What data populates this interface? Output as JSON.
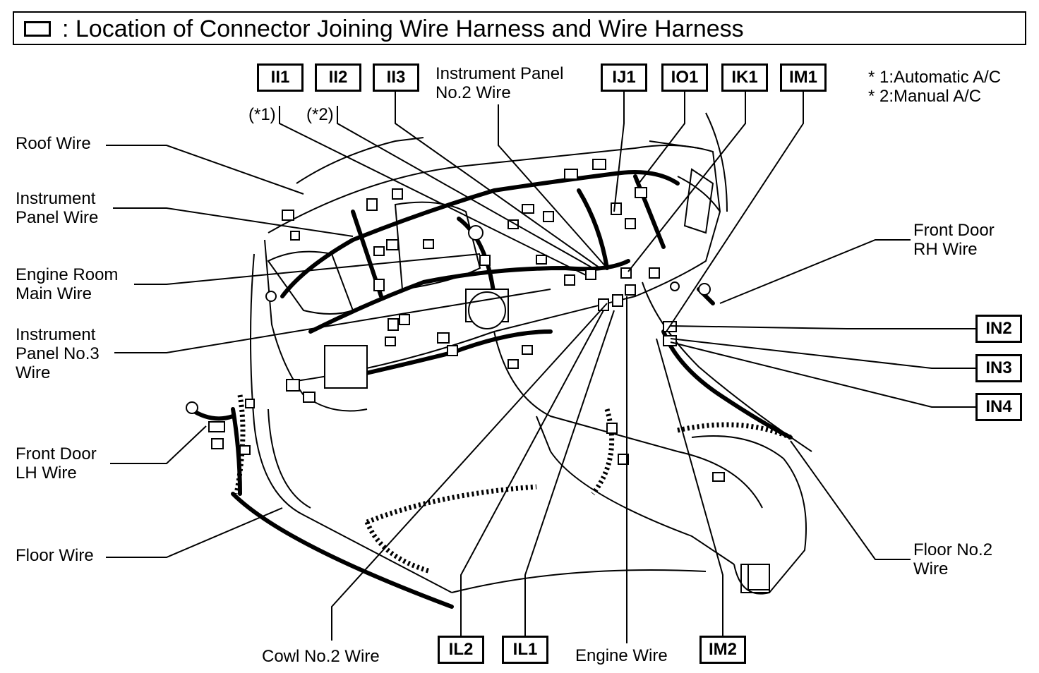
{
  "title": ": Location of Connector Joining Wire Harness and Wire Harness",
  "notes": [
    "* 1:Automatic A/C",
    "* 2:Manual A/C"
  ],
  "connectors": {
    "II1": "II1",
    "II2": "II2",
    "II3": "II3",
    "IJ1": "IJ1",
    "IO1": "IO1",
    "IK1": "IK1",
    "IM1": "IM1",
    "IN2": "IN2",
    "IN3": "IN3",
    "IN4": "IN4",
    "IL2": "IL2",
    "IL1": "IL1",
    "IM2": "IM2"
  },
  "variant_tags": {
    "ii1": "(*1)",
    "ii2": "(*2)"
  },
  "wire_labels": {
    "roof": "Roof Wire",
    "instrument_panel": "Instrument\nPanel Wire",
    "engine_room_main": "Engine Room\nMain Wire",
    "instrument_panel_no3": "Instrument\nPanel No.3\nWire",
    "front_door_lh": "Front Door\nLH Wire",
    "floor": "Floor Wire",
    "instrument_panel_no2": "Instrument Panel\nNo.2 Wire",
    "front_door_rh": "Front Door\nRH Wire",
    "floor_no2": "Floor No.2\nWire",
    "cowl_no2": "Cowl No.2 Wire",
    "engine": "Engine Wire"
  }
}
